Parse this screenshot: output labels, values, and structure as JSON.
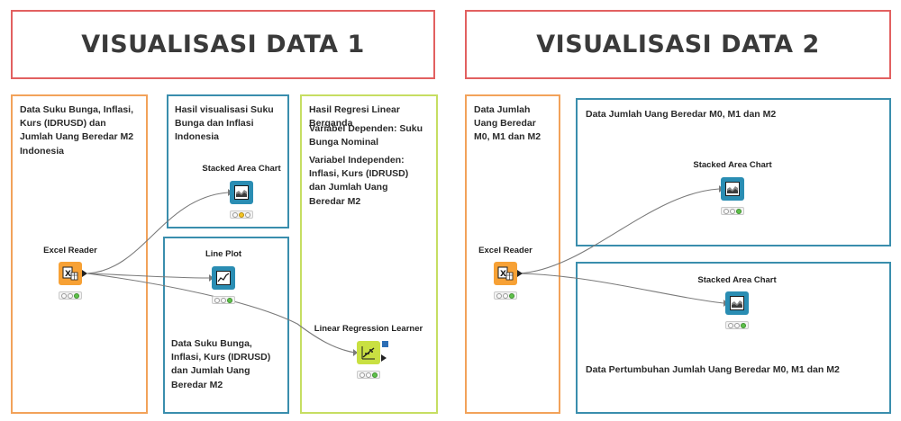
{
  "titles": {
    "left": "VISUALISASI DATA 1",
    "right": "VISUALISASI DATA 2"
  },
  "annotations": {
    "data_source_1": "Data Suku Bunga, Inflasi, Kurs (IDRUSD) dan Jumlah Uang Beredar M2 Indonesia",
    "hasil_visualisasi": "Hasil visualisasi Suku Bunga dan Inflasi Indonesia",
    "line_plot_desc": "Data Suku Bunga, Inflasi, Kurs (IDRUSD) dan Jumlah Uang Beredar M2",
    "regresi_title": "Hasil Regresi Linear Berganda",
    "regresi_dependen": "Variabel Dependen: Suku Bunga Nominal",
    "regresi_independen": "Variabel Independen: Inflasi, Kurs (IDRUSD) dan Jumlah Uang Beredar M2",
    "data_source_2": "Data Jumlah Uang Beredar M0, M1 dan M2",
    "m012_top": "Data Jumlah Uang Beredar M0, M1 dan M2",
    "m012_growth": "Data Pertumbuhan Jumlah Uang Beredar M0, M1 dan M2"
  },
  "nodes": {
    "excel_reader_1": {
      "label": "Excel Reader",
      "icon": "excel-reader-icon",
      "status": "executed"
    },
    "stacked_area_1": {
      "label": "Stacked Area Chart",
      "icon": "stacked-area-chart-icon",
      "status": "configured"
    },
    "line_plot_1": {
      "label": "Line Plot",
      "icon": "line-plot-icon",
      "status": "executed"
    },
    "linear_regression": {
      "label": "Linear Regression Learner",
      "icon": "linear-regression-icon",
      "status": "executed"
    },
    "excel_reader_2": {
      "label": "Excel Reader",
      "icon": "excel-reader-icon",
      "status": "executed"
    },
    "stacked_area_2": {
      "label": "Stacked Area Chart",
      "icon": "stacked-area-chart-icon",
      "status": "executed"
    },
    "stacked_area_3": {
      "label": "Stacked Area Chart",
      "icon": "stacked-area-chart-icon",
      "status": "executed"
    }
  },
  "colors": {
    "title_border": "#e26060",
    "annotation_orange": "#f2a25a",
    "annotation_blue": "#3a8ead",
    "annotation_green": "#c6de62",
    "reader_node": "#f7a135",
    "viz_node": "#2a8db3",
    "learner_node": "#c9e042"
  }
}
